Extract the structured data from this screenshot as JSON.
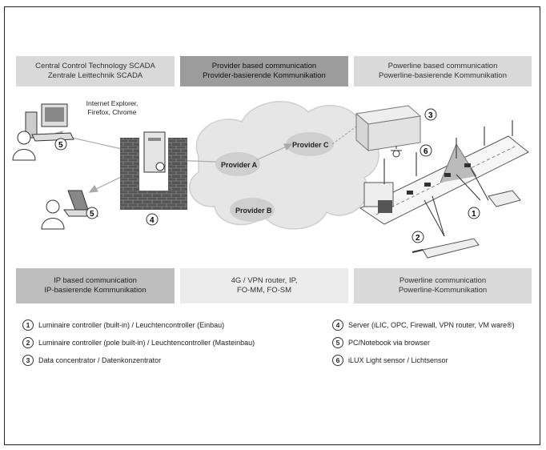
{
  "headers_top": [
    {
      "line1": "Central Control Technology SCADA",
      "line2": "Zentrale Leittechnik SCADA"
    },
    {
      "line1": "Provider based communication",
      "line2": "Provider-basierende Kommunikation"
    },
    {
      "line1": "Powerline based communication",
      "line2": "Powerline-basierende Kommunikation"
    }
  ],
  "headers_bottom": [
    {
      "line1": "IP based communication",
      "line2": "IP-basierende Kommunikation"
    },
    {
      "line1": "4G / VPN router, IP,",
      "line2": "FO-MM, FO-SM"
    },
    {
      "line1": "Powerline communication",
      "line2": "Powerline-Kommunikation"
    }
  ],
  "browser_note": {
    "line1": "Internet Explorer,",
    "line2": "Firefox, Chrome"
  },
  "cloud_labels": {
    "provider_a": "Provider A",
    "provider_b": "Provider B",
    "provider_c": "Provider C"
  },
  "markers": {
    "m1": "1",
    "m2": "2",
    "m3": "3",
    "m4": "4",
    "m5a": "5",
    "m5b": "5",
    "m6": "6"
  },
  "legend_left": [
    {
      "num": "1",
      "text": "Luminaire controller (built-in) / Leuchtencontroller (Einbau)"
    },
    {
      "num": "2",
      "text": "Luminaire controller (pole built-in) / Leuchtencontroller (Masteinbau)"
    },
    {
      "num": "3",
      "text": "Data concentrator / Datenkonzentrator"
    }
  ],
  "legend_right": [
    {
      "num": "4",
      "text": "Server (iLIC, OPC, Firewall, VPN router, VM ware®)"
    },
    {
      "num": "5",
      "text": "PC/Notebook via browser"
    },
    {
      "num": "6",
      "text": "iLUX Light sensor / Lichtsensor"
    }
  ]
}
